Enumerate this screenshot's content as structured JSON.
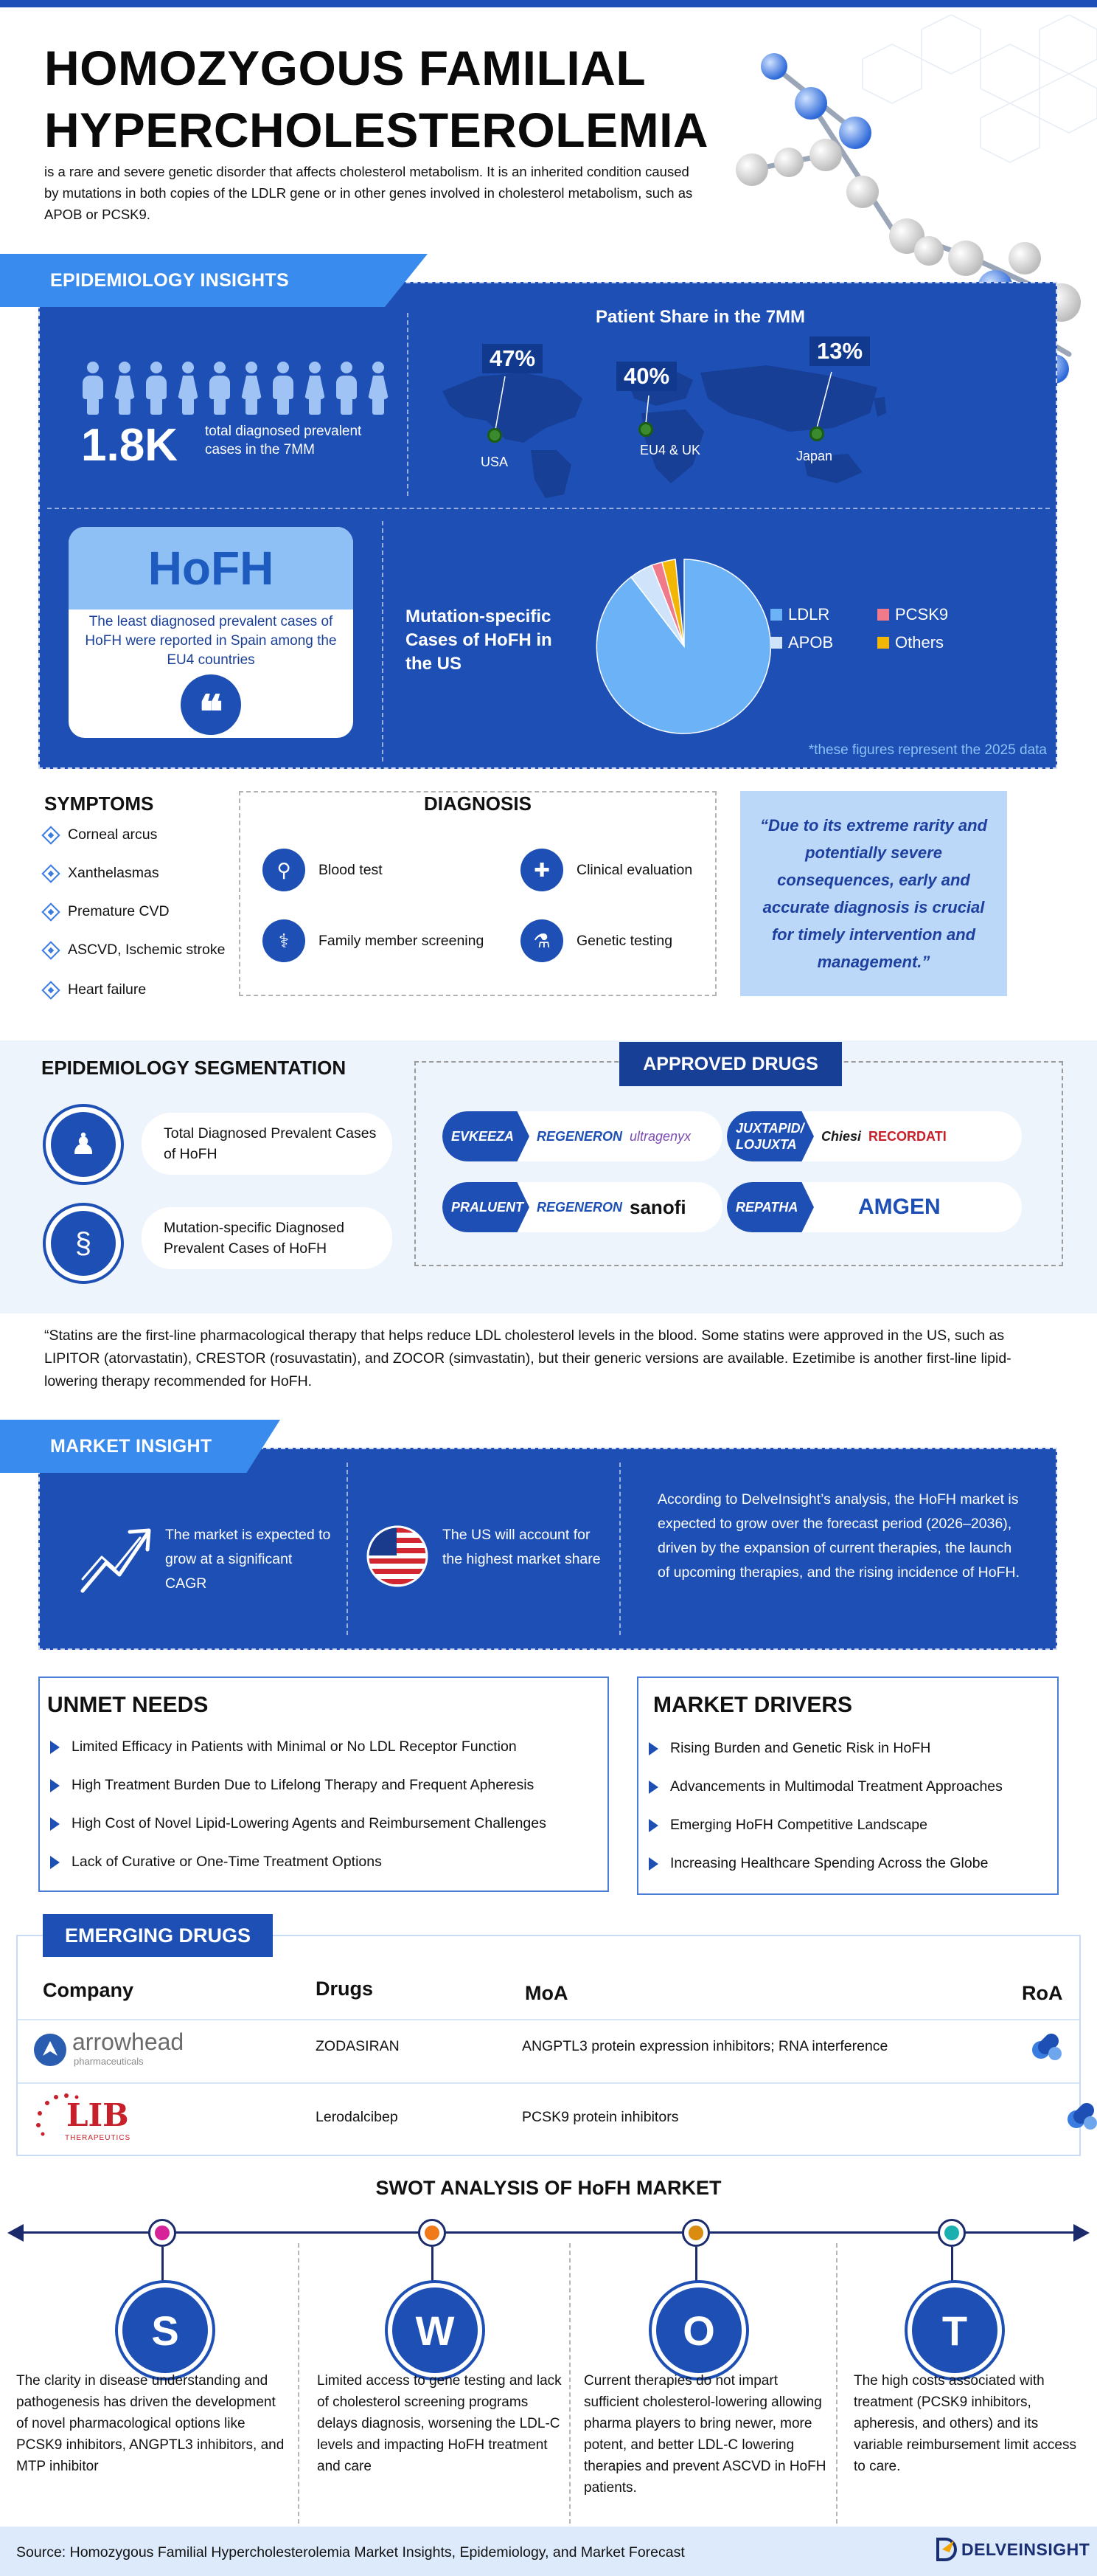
{
  "header": {
    "title_line1": "HOMOZYGOUS FAMILIAL",
    "title_line2": "HYPERCHOLESTEROLEMIA",
    "intro": "is a rare and severe genetic disorder that affects cholesterol metabolism. It is an inherited condition caused by mutations in both copies of the LDLR gene or in other genes involved in cholesterol metabolism, such as APOB or PCSK9."
  },
  "epidemiology": {
    "banner": "EPIDEMIOLOGY INSIGHTS",
    "prevalent_value": "1.8K",
    "prevalent_label": "total diagnosed prevalent cases in the 7MM",
    "share_title": "Patient Share in the 7MM",
    "shares": [
      {
        "pct": "47%",
        "region": "USA"
      },
      {
        "pct": "40%",
        "region": "EU4 & UK"
      },
      {
        "pct": "13%",
        "region": "Japan"
      }
    ],
    "hofh_card_title": "HoFH",
    "hofh_card_text": "The least diagnosed prevalent cases of HoFH were reported in Spain among the EU4 countries",
    "quote_glyph": "❝",
    "mutation_title": "Mutation-specific Cases of HoFH in the US",
    "legend": [
      {
        "label": "LDLR",
        "color": "#6cb2f6"
      },
      {
        "label": "PCSK9",
        "color": "#f07a8a"
      },
      {
        "label": "APOB",
        "color": "#cfe4fb"
      },
      {
        "label": "Others",
        "color": "#f2b705"
      }
    ],
    "footnote": "*these figures represent the 2025 data",
    "colors": {
      "panel": "#1d4fb5",
      "accent": "#3a8bee"
    }
  },
  "symptoms": {
    "title": "SYMPTOMS",
    "items": [
      "Corneal arcus",
      "Xanthelasmas",
      "Premature CVD",
      "ASCVD, Ischemic stroke",
      "Heart failure"
    ]
  },
  "diagnosis": {
    "title": "DIAGNOSIS",
    "items": [
      "Blood test",
      "Clinical evaluation",
      "Family member screening",
      "Genetic testing"
    ]
  },
  "quote": "“Due to its extreme rarity and potentially severe consequences, early and accurate diagnosis is crucial for timely intervention and management.”",
  "segmentation": {
    "title": "EPIDEMIOLOGY SEGMENTATION",
    "items": [
      "Total Diagnosed Prevalent Cases of HoFH",
      "Mutation-specific Diagnosed Prevalent Cases of HoFH"
    ]
  },
  "approved_drugs": {
    "title": "APPROVED DRUGS",
    "items": [
      {
        "drug": "EVKEEZA",
        "companies": [
          "REGENERON",
          "ultragenyx"
        ]
      },
      {
        "drug": "JUXTAPID/ LOJUXTA",
        "companies": [
          "Chiesi",
          "RECORDATI"
        ]
      },
      {
        "drug": "PRALUENT",
        "companies": [
          "REGENERON",
          "sanofi"
        ]
      },
      {
        "drug": "REPATHA",
        "companies": [
          "AMGEN"
        ]
      }
    ]
  },
  "statins": "“Statins are the first-line pharmacological therapy that helps reduce LDL cholesterol levels in the blood. Some statins were approved in the US, such as LIPITOR (atorvastatin), CRESTOR (rosuvastatin), and ZOCOR (simvastatin), but their generic versions are available. Ezetimibe is another first-line lipid-lowering therapy recommended for HoFH.",
  "market": {
    "banner": "MARKET INSIGHT",
    "growth": "The market is expected to grow at a significant CAGR",
    "us_share": "The US will account for the highest market share",
    "analysis": "According to DelveInsight’s analysis, the HoFH market is expected to grow over the forecast period (2026–2036), driven by the expansion of current therapies, the launch of upcoming therapies, and the rising incidence of HoFH."
  },
  "unmet_needs": {
    "title": "UNMET NEEDS",
    "items": [
      "Limited Efficacy in Patients with Minimal or No LDL Receptor Function",
      "High Treatment Burden Due to Lifelong Therapy and Frequent Apheresis",
      "High Cost of Novel Lipid-Lowering Agents and Reimbursement Challenges",
      "Lack of Curative or One-Time Treatment Options"
    ]
  },
  "market_drivers": {
    "title": "MARKET DRIVERS",
    "items": [
      "Rising Burden and Genetic Risk in HoFH",
      "Advancements in Multimodal Treatment Approaches",
      "Emerging HoFH Competitive Landscape",
      "Increasing Healthcare Spending Across the Globe"
    ]
  },
  "emerging_drugs": {
    "title": "EMERGING DRUGS",
    "headers": [
      "Company",
      "Drugs",
      "MoA",
      "RoA"
    ],
    "rows": [
      {
        "company": "arrowhead",
        "company_sub": "pharmaceuticals",
        "drug": "ZODASIRAN",
        "moa": "ANGPTL3 protein expression inhibitors; RNA interference"
      },
      {
        "company": "LIB",
        "company_sub": "THERAPEUTICS",
        "drug": "Lerodalcibep",
        "moa": "PCSK9 protein inhibitors"
      }
    ]
  },
  "swot": {
    "title": "SWOT ANALYSIS OF HoFH MARKET",
    "items": [
      {
        "letter": "S",
        "dot_color": "#d7239a",
        "text": "The clarity in disease understanding and pathogenesis has driven the development of novel pharmacological options like PCSK9 inhibitors, ANGPTL3 inhibitors, and MTP inhibitor"
      },
      {
        "letter": "W",
        "dot_color": "#f07a1a",
        "text": "Limited access to gene testing and lack of cholesterol screening programs delays diagnosis, worsening the LDL-C levels and impacting HoFH treatment and care"
      },
      {
        "letter": "O",
        "dot_color": "#d98c10",
        "text": "Current therapies do not impart sufficient cholesterol-lowering allowing pharma players to bring newer, more potent, and better LDL-C lowering therapies and prevent ASCVD in HoFH patients."
      },
      {
        "letter": "T",
        "dot_color": "#1bb0b0",
        "text": "The high costs associated with treatment (PCSK9 inhibitors, apheresis, and others) and its variable reimbursement limit access to care."
      }
    ]
  },
  "footer": {
    "source": "Source: Homozygous Familial Hypercholesterolemia Market Insights, Epidemiology, and Market Forecast",
    "logo": "DELVEINSIGHT"
  }
}
